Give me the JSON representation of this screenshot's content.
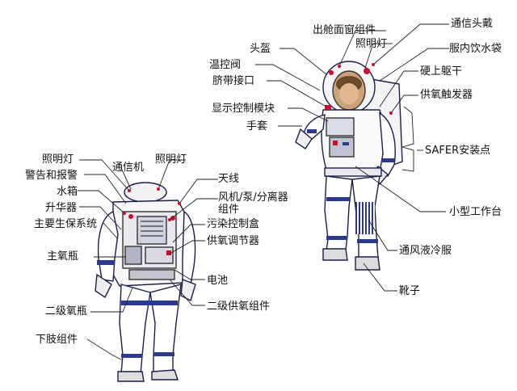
{
  "labels": {
    "back_illumination_light": "照明灯",
    "communicator": "通信机",
    "back_light_right": "照明灯",
    "warning_alarm": "警告和报警",
    "antenna": "天线",
    "water_tank": "水箱",
    "fan_pump_separator": "风机/泵/分离器组件",
    "sublimator": "升华器",
    "contamination_control": "污染控制盒",
    "main_life_support": "主要生保系统",
    "oxygen_regulator": "供氧调节器",
    "main_oxygen_bottle": "主氧瓶",
    "battery": "电池",
    "secondary_oxygen_bottle": "二级氧瓶",
    "secondary_oxygen_supply": "二级供氧组件",
    "lower_limb": "下肢组件",
    "visor_assembly": "出舱面窗组件",
    "comm_headset": "通信头戴",
    "helmet": "头盔",
    "front_light": "照明灯",
    "drink_bag": "服内饮水袋",
    "temp_valve": "温控阀",
    "hard_torso": "硬上躯干",
    "umbilical": "脐带接口",
    "oxygen_actuator": "供氧触发器",
    "display_control": "显示控制模块",
    "gloves": "手套",
    "safer_points": "SAFER安装点",
    "mini_workstation": "小型工作台",
    "cooling_garment": "通风液冷服",
    "boots": "靴子"
  },
  "colors": {
    "line": "#222222",
    "suit_outline": "#1a1f4a",
    "accent_red": "#c8102e",
    "accent_blue": "#2b3a8c",
    "face_tone": "#c9a27a"
  }
}
